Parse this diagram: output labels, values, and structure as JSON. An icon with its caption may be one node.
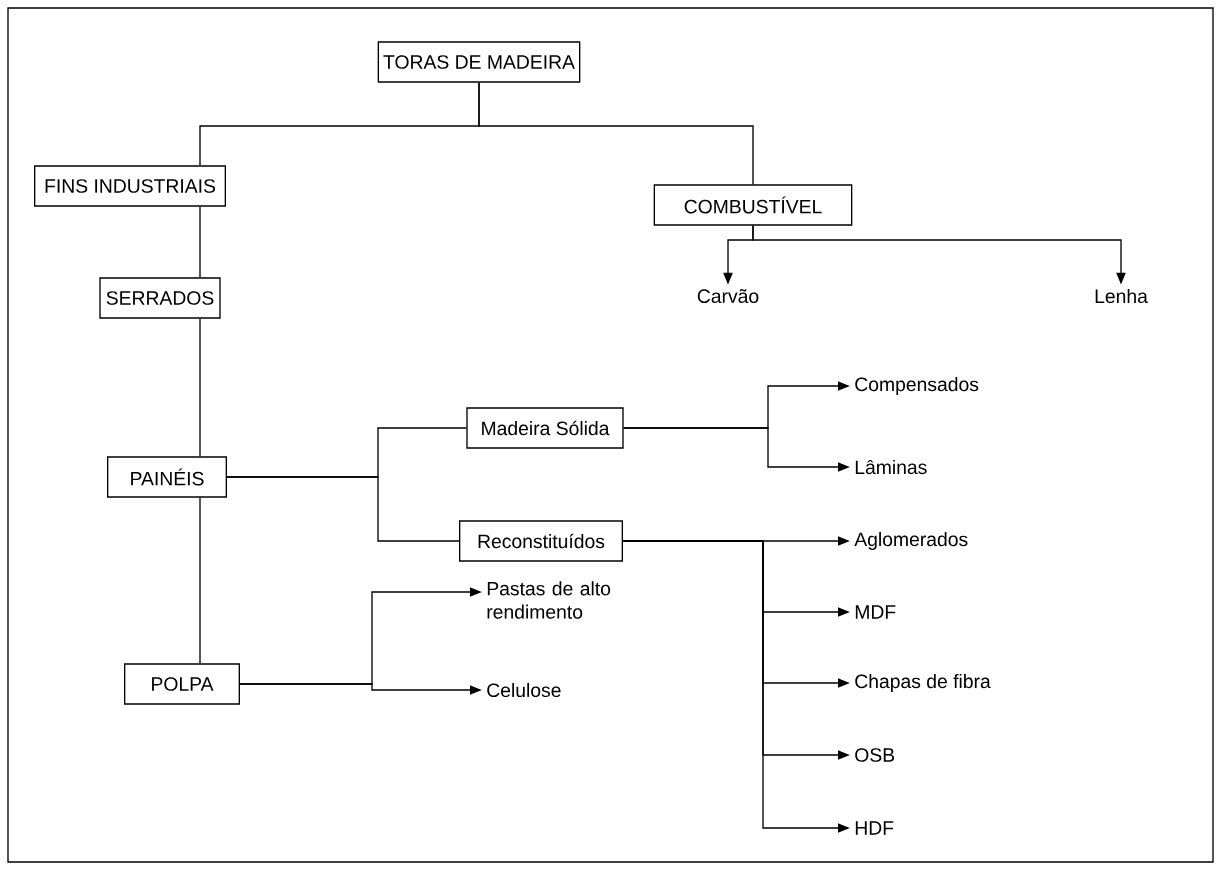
{
  "diagram": {
    "nodes": [
      {
        "text": [
          "TORAS DE MADEIRA"
        ]
      },
      {
        "text": [
          "FINS INDUSTRIAIS"
        ]
      },
      {
        "text": [
          "COMBUSTÍVEL"
        ]
      },
      {
        "text": [
          "Carvão"
        ]
      },
      {
        "text": [
          "Lenha"
        ]
      },
      {
        "text": [
          "SERRADOS"
        ]
      },
      {
        "text": [
          "PAINÉIS"
        ]
      },
      {
        "text": [
          "Madeira Sólida"
        ]
      },
      {
        "text": [
          "Compensados"
        ]
      },
      {
        "text": [
          "Lâminas"
        ]
      },
      {
        "text": [
          "Reconstituídos"
        ]
      },
      {
        "text": [
          "Aglomerados"
        ]
      },
      {
        "text": [
          "MDF"
        ]
      },
      {
        "text": [
          "Chapas de fibra"
        ]
      },
      {
        "text": [
          "OSB"
        ]
      },
      {
        "text": [
          "HDF"
        ]
      },
      {
        "text": [
          "POLPA"
        ]
      },
      {
        "text": [
          "Pastas de alto rendimento"
        ]
      },
      {
        "text": [
          "Celulose"
        ]
      }
    ],
    "edges": [
      {
        "from": 0,
        "to": 1,
        "arrow": "none"
      },
      {
        "from": 0,
        "to": 2,
        "arrow": "none"
      },
      {
        "from": 2,
        "to": 3,
        "arrow": "to"
      },
      {
        "from": 2,
        "to": 4,
        "arrow": "to"
      },
      {
        "from": 1,
        "to": 5,
        "arrow": "none"
      },
      {
        "from": 5,
        "to": 6,
        "arrow": "none"
      },
      {
        "from": 6,
        "to": 16,
        "arrow": "none"
      },
      {
        "from": 6,
        "to": 7,
        "arrow": "none"
      },
      {
        "from": 6,
        "to": 10,
        "arrow": "none"
      },
      {
        "from": 7,
        "to": 8,
        "arrow": "to"
      },
      {
        "from": 7,
        "to": 9,
        "arrow": "to"
      },
      {
        "from": 10,
        "to": 11,
        "arrow": "to"
      },
      {
        "from": 10,
        "to": 12,
        "arrow": "to"
      },
      {
        "from": 10,
        "to": 13,
        "arrow": "to"
      },
      {
        "from": 10,
        "to": 14,
        "arrow": "to"
      },
      {
        "from": 10,
        "to": 15,
        "arrow": "to"
      },
      {
        "from": 16,
        "to": 17,
        "arrow": "to"
      },
      {
        "from": 16,
        "to": 18,
        "arrow": "to"
      }
    ]
  }
}
